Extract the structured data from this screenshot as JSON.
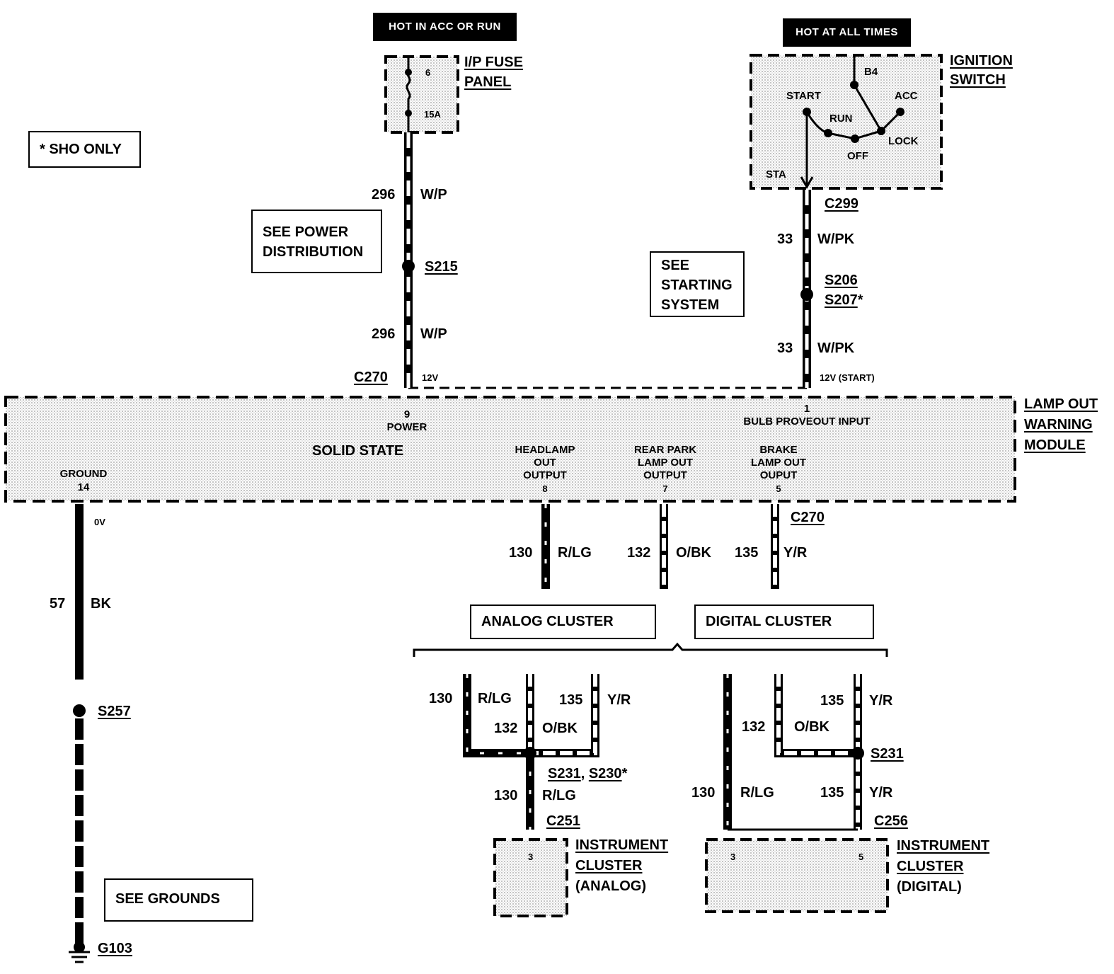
{
  "power_tags": {
    "acc_run": "HOT IN ACC OR RUN",
    "always": "HOT AT ALL TIMES"
  },
  "notes": {
    "sho_only": "* SHO ONLY",
    "see_power_1": "SEE POWER",
    "see_power_2": "DISTRIBUTION",
    "see_starting_1": "SEE",
    "see_starting_2": "STARTING",
    "see_starting_3": "SYSTEM",
    "see_grounds": "SEE GROUNDS"
  },
  "fuse_panel": {
    "name_1": "I/P FUSE",
    "name_2": "PANEL",
    "fuse_no": "6",
    "rating": "15A"
  },
  "ignition_switch": {
    "name_1": "IGNITION",
    "name_2": "SWITCH",
    "positions": {
      "b4": "B4",
      "start": "START",
      "acc": "ACC",
      "run": "RUN",
      "lock": "LOCK",
      "off": "OFF",
      "sta": "STA"
    }
  },
  "wires": {
    "w296_num": "296",
    "w296_color": "W/P",
    "w33_num": "33",
    "w33_color": "W/PK",
    "w57_num": "57",
    "w57_color": "BK",
    "w130_num": "130",
    "w130_color": "R/LG",
    "w132_num": "132",
    "w132_color": "O/BK",
    "w135_num": "135",
    "w135_color": "Y/R"
  },
  "splices": {
    "s215": "S215",
    "s206": "S206",
    "s207": "S207",
    "s207_mark": "*",
    "s257": "S257",
    "s231": "S231",
    "s230": "S230",
    "s230_mark": "*",
    "comma": ","
  },
  "connectors": {
    "c299": "C299",
    "c270": "C270",
    "c251": "C251",
    "c256": "C256",
    "g103": "G103"
  },
  "voltages": {
    "power": "12V",
    "start": "12V (START)",
    "ground": "0V"
  },
  "module": {
    "name_1": "LAMP OUT",
    "name_2": "WARNING",
    "name_3": "MODULE",
    "solid_state": "SOLID STATE",
    "pin_power_no": "9",
    "pin_power_label": "POWER",
    "pin_bulb_no": "1",
    "pin_bulb_label": "BULB PROVEOUT INPUT",
    "ground_label": "GROUND",
    "ground_no": "14",
    "headlamp_1": "HEADLAMP",
    "headlamp_2": "OUT",
    "headlamp_3": "OUTPUT",
    "headlamp_no": "8",
    "rear_1": "REAR PARK",
    "rear_2": "LAMP OUT",
    "rear_3": "OUTPUT",
    "rear_no": "7",
    "brake_1": "BRAKE",
    "brake_2": "LAMP OUT",
    "brake_3": "OUPUT",
    "brake_no": "5"
  },
  "clusters": {
    "analog_header": "ANALOG CLUSTER",
    "digital_header": "DIGITAL CLUSTER",
    "analog_pin": "3",
    "digital_pin_a": "3",
    "digital_pin_b": "5",
    "ic_1": "INSTRUMENT",
    "ic_2": "CLUSTER",
    "analog_suffix": "(ANALOG)",
    "digital_suffix": "(DIGITAL)"
  }
}
